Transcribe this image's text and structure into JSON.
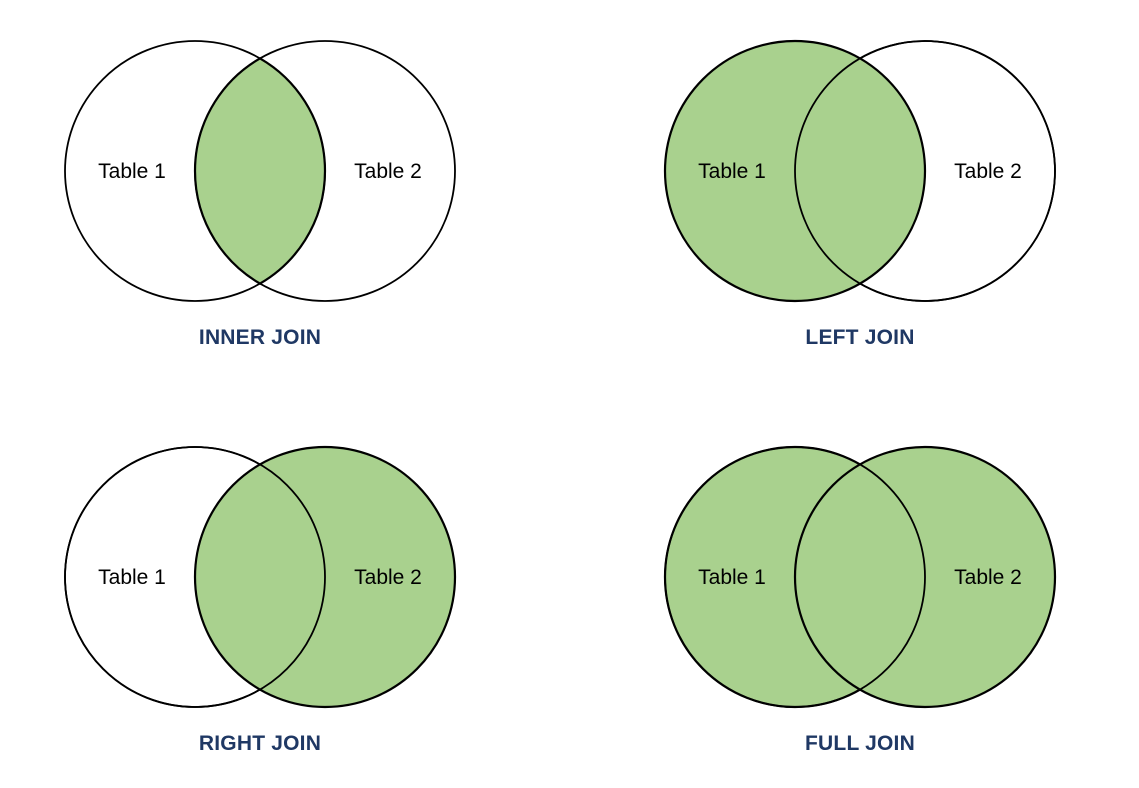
{
  "colors": {
    "shade_green": "#A9D18E",
    "circle_white": "#FFFFFF",
    "circle_outline": "#000000",
    "title_navy": "#1F3864",
    "label_black": "#000000",
    "background": "#FFFFFF"
  },
  "diagrams": [
    {
      "id": "inner-join",
      "title": "INNER JOIN",
      "left_label": "Table 1",
      "right_label": "Table 2",
      "shaded_region": "intersection"
    },
    {
      "id": "left-join",
      "title": "LEFT JOIN",
      "left_label": "Table 1",
      "right_label": "Table 2",
      "shaded_region": "left_circle"
    },
    {
      "id": "right-join",
      "title": "RIGHT JOIN",
      "left_label": "Table 1",
      "right_label": "Table 2",
      "shaded_region": "right_circle"
    },
    {
      "id": "full-join",
      "title": "FULL JOIN",
      "left_label": "Table 1",
      "right_label": "Table 2",
      "shaded_region": "both_circles"
    }
  ]
}
